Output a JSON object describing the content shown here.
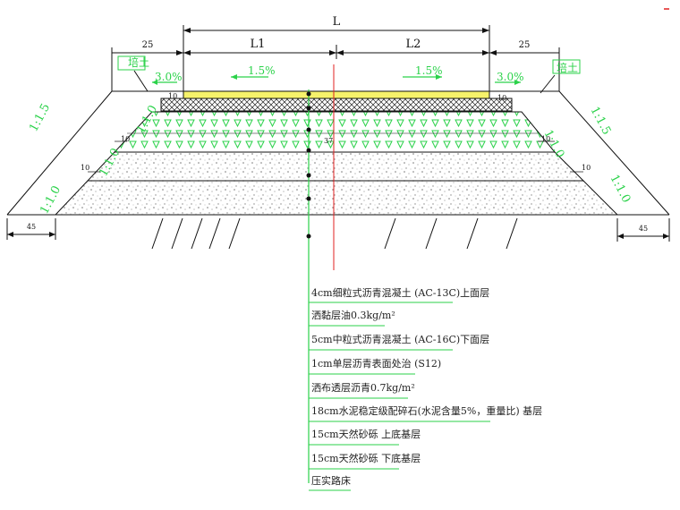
{
  "dimensions": {
    "total": "L",
    "left_half": "L1",
    "right_half": "L2",
    "shoulder_left": "25",
    "shoulder_right": "25",
    "step_a_left": "10",
    "step_a_right": "10",
    "step_b_left": "10",
    "step_b_right": "10",
    "step_c_left": "10",
    "step_c_right": "10",
    "mid": "37",
    "base_left": "45",
    "base_right": "45"
  },
  "labels": {
    "shoulder_left": "培土",
    "shoulder_right": "培土",
    "slope_left_shoulder": "3.0%",
    "slope_left_lane": "1.5%",
    "slope_right_lane": "1.5%",
    "slope_right_shoulder": "3.0%",
    "side_top_left": "1:1.5",
    "side_top_right": "1:1.5",
    "side_l1": "1:1.0",
    "side_l2": "1:1.0",
    "side_l3": "1:1.0",
    "side_r1": "1:1.0",
    "side_r2": "1:1.0"
  },
  "legend": [
    "4cm细粒式沥青混凝土 (AC-13C)上面层",
    "洒黏层油0.3kg/m²",
    "5cm中粒式沥青混凝土 (AC-16C)下面层",
    "1cm单层沥青表面处治 (S12)",
    "洒布透层沥青0.7kg/m²",
    "18cm水泥稳定级配碎石(水泥含量5%，重量比) 基层",
    "15cm天然砂砾 上底基层",
    "15cm天然砂砾 下底基层",
    "压实路床"
  ],
  "colors": {
    "line": "#111111",
    "green": "#2bd24a",
    "surface": "#f6f26a",
    "red": "#e02020"
  }
}
